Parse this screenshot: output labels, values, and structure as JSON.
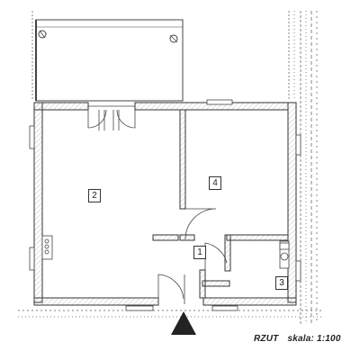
{
  "rooms": [
    {
      "number": "1"
    },
    {
      "number": "2"
    },
    {
      "number": "3"
    },
    {
      "number": "4"
    }
  ],
  "caption": {
    "view": "RZUT",
    "scale": "skala: 1:100"
  }
}
